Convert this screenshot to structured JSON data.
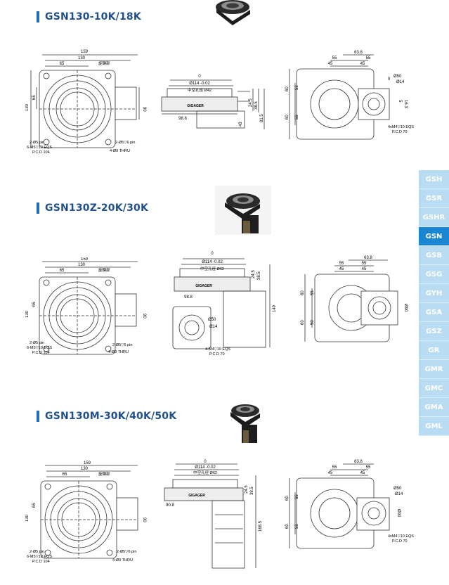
{
  "sections": [
    {
      "title": "GSN130-10K/18K",
      "front": {
        "d159": "159",
        "d130": "130",
        "d65": "65",
        "label": "旋轉部",
        "side130": "130",
        "side65": "65",
        "side90": "90",
        "pin": "2-Ø5 pin",
        "bolts": "6-M5▽10 EQS",
        "pcd": "P.C.D 104",
        "pin2": "2-Ø5▽6 pin",
        "thru": "4-Ø9 THRU"
      },
      "side": {
        "zero": "0",
        "d114": "Ø114 -0.02",
        "hollow": "中空孔徑 Ø42",
        "brand": "GIGAGER",
        "d98": "98.8",
        "h245": "24.5",
        "h385": "38.5",
        "h815": "81.5",
        "h43": "43"
      },
      "top": {
        "d638": "63.8",
        "d55": "55",
        "d45": "45",
        "d55b": "55",
        "d45b": "45",
        "d60": "60",
        "d55c": "55",
        "d55d": "55",
        "d60b": "60",
        "zero": "0",
        "o50": "Ø50",
        "o14": "Ø14",
        "k53": "5",
        "k163": "16.3",
        "m4": "4xM4▽10 EQS",
        "pcd": "P.C.D 70"
      }
    },
    {
      "title": "GSN130Z-20K/30K",
      "front": {
        "d159": "159",
        "d130": "130",
        "d65": "65",
        "label": "旋轉部",
        "side130": "130",
        "side65": "65",
        "side90": "90",
        "pin": "2-Ø5 pin",
        "bolts": "6-M5▽10 EQS",
        "pcd": "P.C.D 104",
        "pin2": "2-Ø5▽6 pin",
        "thru": "4-Ø9 THRU"
      },
      "side": {
        "zero": "0",
        "d114": "Ø114 -0.02",
        "hollow": "中空孔徑 Ø62",
        "brand": "GIGAGER",
        "d98": "98.8",
        "h245": "24.5",
        "h385": "38.5",
        "h149": "149",
        "o50": "Ø50",
        "o14": "Ø14",
        "m4": "4-M4▽10 EQS",
        "pcd": "P.C.D 70"
      },
      "top": {
        "d638": "63.8",
        "d55": "55",
        "d45": "45",
        "d55b": "55",
        "d45b": "45",
        "d60": "60",
        "d55c": "55",
        "d50": "50",
        "d60b": "60",
        "o90": "Ø90"
      }
    },
    {
      "title": "GSN130M-30K/40K/50K",
      "front": {
        "d159": "159",
        "d130": "130",
        "d65": "65",
        "label": "旋轉部",
        "side130": "130",
        "side65": "65",
        "side90": "90",
        "pin": "2-Ø5 pin",
        "bolts": "6-M5▽10 EQS",
        "pcd": "P.C.D 104",
        "pin2": "2-Ø5▽6 pin",
        "thru": "4-Ø9 THRU"
      },
      "side": {
        "zero": "0",
        "d114": "Ø114 -0.02",
        "hollow": "中空孔徑 Ø62",
        "brand": "GIGAGER",
        "d98": "90.8",
        "h245": "24.5",
        "h385": "38.5",
        "h1685": "168.5"
      },
      "top": {
        "d638": "63.8",
        "d55": "55",
        "d45": "45",
        "d55b": "55",
        "d45b": "45",
        "d60": "60",
        "d55c": "55",
        "d55d": "55",
        "d60b": "60",
        "o50": "Ø50",
        "o14": "Ø14",
        "o90": "Ø90",
        "m4": "4xM4▽10 EQS",
        "pcd": "P.C.D 70"
      }
    }
  ],
  "nav": [
    "GSH",
    "GSR",
    "GSHR",
    "GSN",
    "GSB",
    "GSG",
    "GYH",
    "GSA",
    "GSZ",
    "GR",
    "GMR",
    "GMC",
    "GMA",
    "GML"
  ],
  "nav_active": "GSN",
  "colors": {
    "title": "#1f4f8f",
    "nav_bg": "#b9dcf3",
    "nav_active": "#1a86d1"
  }
}
